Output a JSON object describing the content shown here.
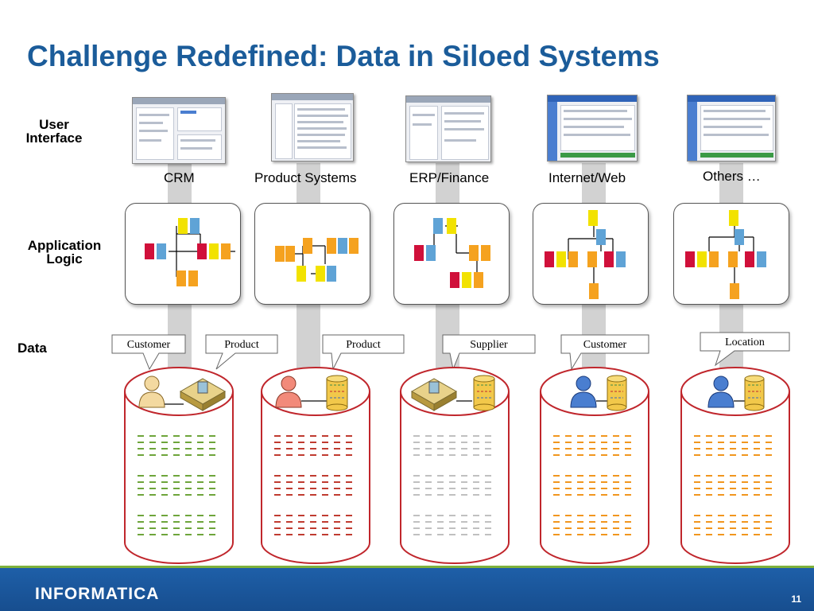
{
  "slide": {
    "title": "Challenge Redefined: Data in Siloed Systems",
    "row_labels": {
      "user_interface": "User Interface",
      "application_logic": "Application Logic",
      "data": "Data"
    }
  },
  "colors": {
    "title": "#1b5c9a",
    "red": "#d0103a",
    "blue": "#5fa3d6",
    "yellow": "#f2e200",
    "orange": "#f5a21f",
    "green_dash": "#6ea53b",
    "red_dash": "#c03b30",
    "gray_dash": "#c0c0c0",
    "orange_dash": "#f1961e",
    "cylinder_outline": "#c0262c",
    "pillar": "#d2d2d2",
    "footer": "#1e5fa8"
  },
  "systems": [
    {
      "id": "crm",
      "label": "CRM",
      "callouts": [
        "Customer",
        "Product"
      ],
      "data_icons": [
        "customer-icon",
        "product-icon"
      ],
      "dash_color": "green"
    },
    {
      "id": "product",
      "label": "Product Systems",
      "callouts": [
        "Product"
      ],
      "data_icons": [
        "customer-icon",
        "database-icon"
      ],
      "dash_color": "red"
    },
    {
      "id": "erp",
      "label": "ERP/Finance",
      "callouts": [
        "Supplier"
      ],
      "data_icons": [
        "product-icon",
        "database-icon"
      ],
      "dash_color": "gray"
    },
    {
      "id": "internet",
      "label": "Internet/Web",
      "callouts": [
        "Customer"
      ],
      "data_icons": [
        "customer-icon",
        "database-icon"
      ],
      "dash_color": "orange"
    },
    {
      "id": "others",
      "label": "Others …",
      "callouts": [
        "Location"
      ],
      "data_icons": [
        "customer-icon",
        "database-icon"
      ],
      "dash_color": "orange"
    }
  ],
  "footer": {
    "logo_text": "INFORMATICA",
    "page_number": "11"
  }
}
